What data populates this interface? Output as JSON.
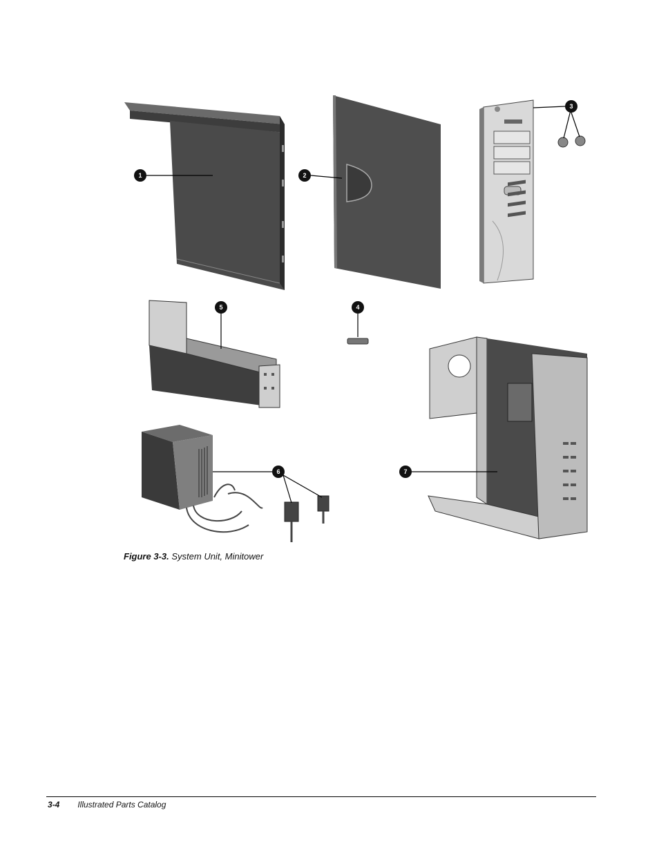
{
  "figure": {
    "callouts": [
      "1",
      "2",
      "3",
      "4",
      "5",
      "6",
      "7"
    ]
  },
  "caption": {
    "label": "Figure 3-3.",
    "text": " System Unit, Minitower"
  },
  "footer": {
    "page_number": "3-4",
    "title": "Illustrated Parts Catalog"
  }
}
